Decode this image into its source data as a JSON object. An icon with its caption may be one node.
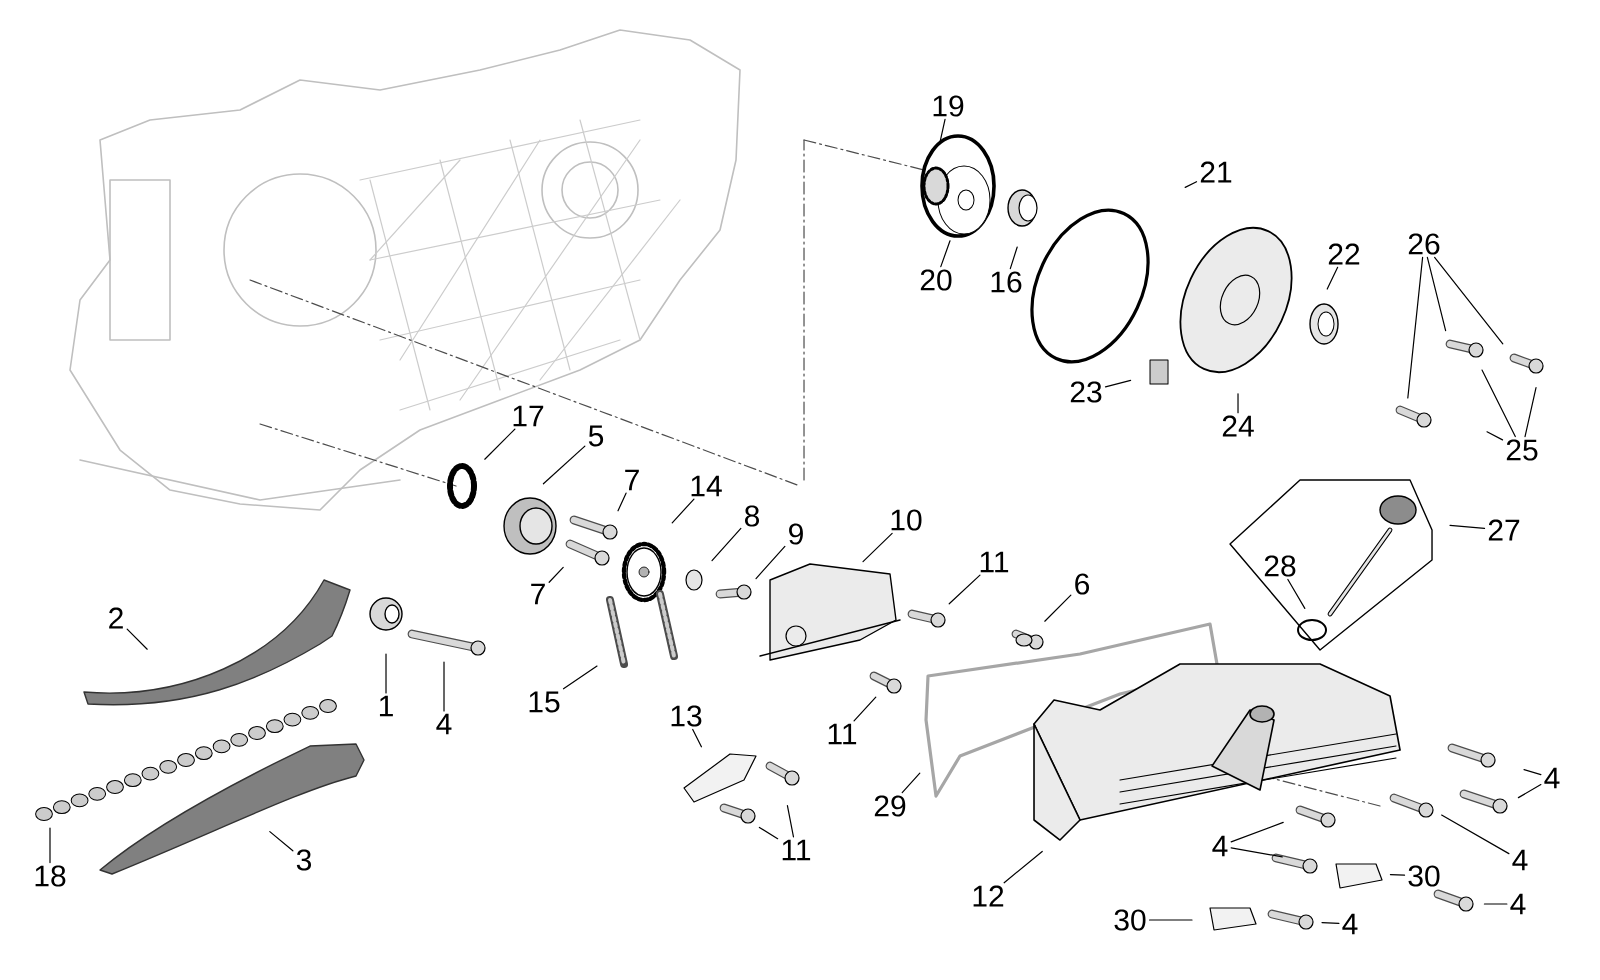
{
  "diagram": {
    "nodes": [
      {
        "text": [
          "19"
        ]
      },
      {
        "text": [
          "21"
        ]
      },
      {
        "text": [
          "26"
        ]
      },
      {
        "text": [
          "22"
        ]
      },
      {
        "text": [
          "20"
        ]
      },
      {
        "text": [
          "16"
        ]
      },
      {
        "text": [
          "23"
        ]
      },
      {
        "text": [
          "17"
        ]
      },
      {
        "text": [
          "24"
        ]
      },
      {
        "text": [
          "5"
        ]
      },
      {
        "text": [
          "25"
        ]
      },
      {
        "text": [
          "7"
        ]
      },
      {
        "text": [
          "14"
        ]
      },
      {
        "text": [
          "10"
        ]
      },
      {
        "text": [
          "8"
        ]
      },
      {
        "text": [
          "9"
        ]
      },
      {
        "text": [
          "7"
        ]
      },
      {
        "text": [
          "11"
        ]
      },
      {
        "text": [
          "27"
        ]
      },
      {
        "text": [
          "6"
        ]
      },
      {
        "text": [
          "28"
        ]
      },
      {
        "text": [
          "2"
        ]
      },
      {
        "text": [
          "15"
        ]
      },
      {
        "text": [
          "1"
        ]
      },
      {
        "text": [
          "13"
        ]
      },
      {
        "text": [
          "4"
        ]
      },
      {
        "text": [
          "11"
        ]
      },
      {
        "text": [
          "29"
        ]
      },
      {
        "text": [
          "4"
        ]
      },
      {
        "text": [
          "11"
        ]
      },
      {
        "text": [
          "4"
        ]
      },
      {
        "text": [
          "30"
        ]
      },
      {
        "text": [
          "3"
        ]
      },
      {
        "text": [
          "4"
        ]
      },
      {
        "text": [
          "18"
        ]
      },
      {
        "text": [
          "12"
        ]
      },
      {
        "text": [
          "4"
        ]
      },
      {
        "text": [
          "30"
        ]
      },
      {
        "text": [
          "4"
        ]
      }
    ],
    "edges": [
      {
        "from": 0,
        "to": null,
        "arrow": "none"
      },
      {
        "from": 1,
        "to": null,
        "arrow": "none"
      },
      {
        "from": 2,
        "to": null,
        "arrow": "none"
      },
      {
        "from": 2,
        "to": null,
        "arrow": "none"
      },
      {
        "from": 2,
        "to": null,
        "arrow": "none"
      },
      {
        "from": 3,
        "to": null,
        "arrow": "none"
      },
      {
        "from": 4,
        "to": null,
        "arrow": "none"
      },
      {
        "from": 5,
        "to": null,
        "arrow": "none"
      },
      {
        "from": 6,
        "to": null,
        "arrow": "none"
      },
      {
        "from": 7,
        "to": null,
        "arrow": "none"
      },
      {
        "from": 8,
        "to": null,
        "arrow": "none"
      },
      {
        "from": 9,
        "to": null,
        "arrow": "none"
      },
      {
        "from": 10,
        "to": null,
        "arrow": "none"
      },
      {
        "from": 10,
        "to": null,
        "arrow": "none"
      },
      {
        "from": 10,
        "to": null,
        "arrow": "none"
      },
      {
        "from": 11,
        "to": null,
        "arrow": "none"
      },
      {
        "from": 12,
        "to": null,
        "arrow": "none"
      },
      {
        "from": 13,
        "to": null,
        "arrow": "none"
      },
      {
        "from": 14,
        "to": null,
        "arrow": "none"
      },
      {
        "from": 15,
        "to": null,
        "arrow": "none"
      },
      {
        "from": 16,
        "to": null,
        "arrow": "none"
      },
      {
        "from": 17,
        "to": null,
        "arrow": "none"
      },
      {
        "from": 18,
        "to": null,
        "arrow": "none"
      },
      {
        "from": 19,
        "to": null,
        "arrow": "none"
      },
      {
        "from": 20,
        "to": null,
        "arrow": "none"
      },
      {
        "from": 21,
        "to": null,
        "arrow": "none"
      },
      {
        "from": 22,
        "to": null,
        "arrow": "none"
      },
      {
        "from": 23,
        "to": null,
        "arrow": "none"
      },
      {
        "from": 24,
        "to": null,
        "arrow": "none"
      },
      {
        "from": 25,
        "to": null,
        "arrow": "none"
      },
      {
        "from": 26,
        "to": null,
        "arrow": "none"
      },
      {
        "from": 27,
        "to": null,
        "arrow": "none"
      },
      {
        "from": 28,
        "to": null,
        "arrow": "none"
      },
      {
        "from": 28,
        "to": null,
        "arrow": "none"
      },
      {
        "from": 29,
        "to": null,
        "arrow": "none"
      },
      {
        "from": 29,
        "to": null,
        "arrow": "none"
      },
      {
        "from": 30,
        "to": null,
        "arrow": "none"
      },
      {
        "from": 30,
        "to": null,
        "arrow": "none"
      },
      {
        "from": 31,
        "to": null,
        "arrow": "none"
      },
      {
        "from": 32,
        "to": null,
        "arrow": "none"
      },
      {
        "from": 33,
        "to": null,
        "arrow": "none"
      },
      {
        "from": 34,
        "to": null,
        "arrow": "none"
      },
      {
        "from": 35,
        "to": null,
        "arrow": "none"
      },
      {
        "from": 36,
        "to": null,
        "arrow": "none"
      },
      {
        "from": 37,
        "to": null,
        "arrow": "none"
      },
      {
        "from": 38,
        "to": null,
        "arrow": "none"
      }
    ]
  }
}
